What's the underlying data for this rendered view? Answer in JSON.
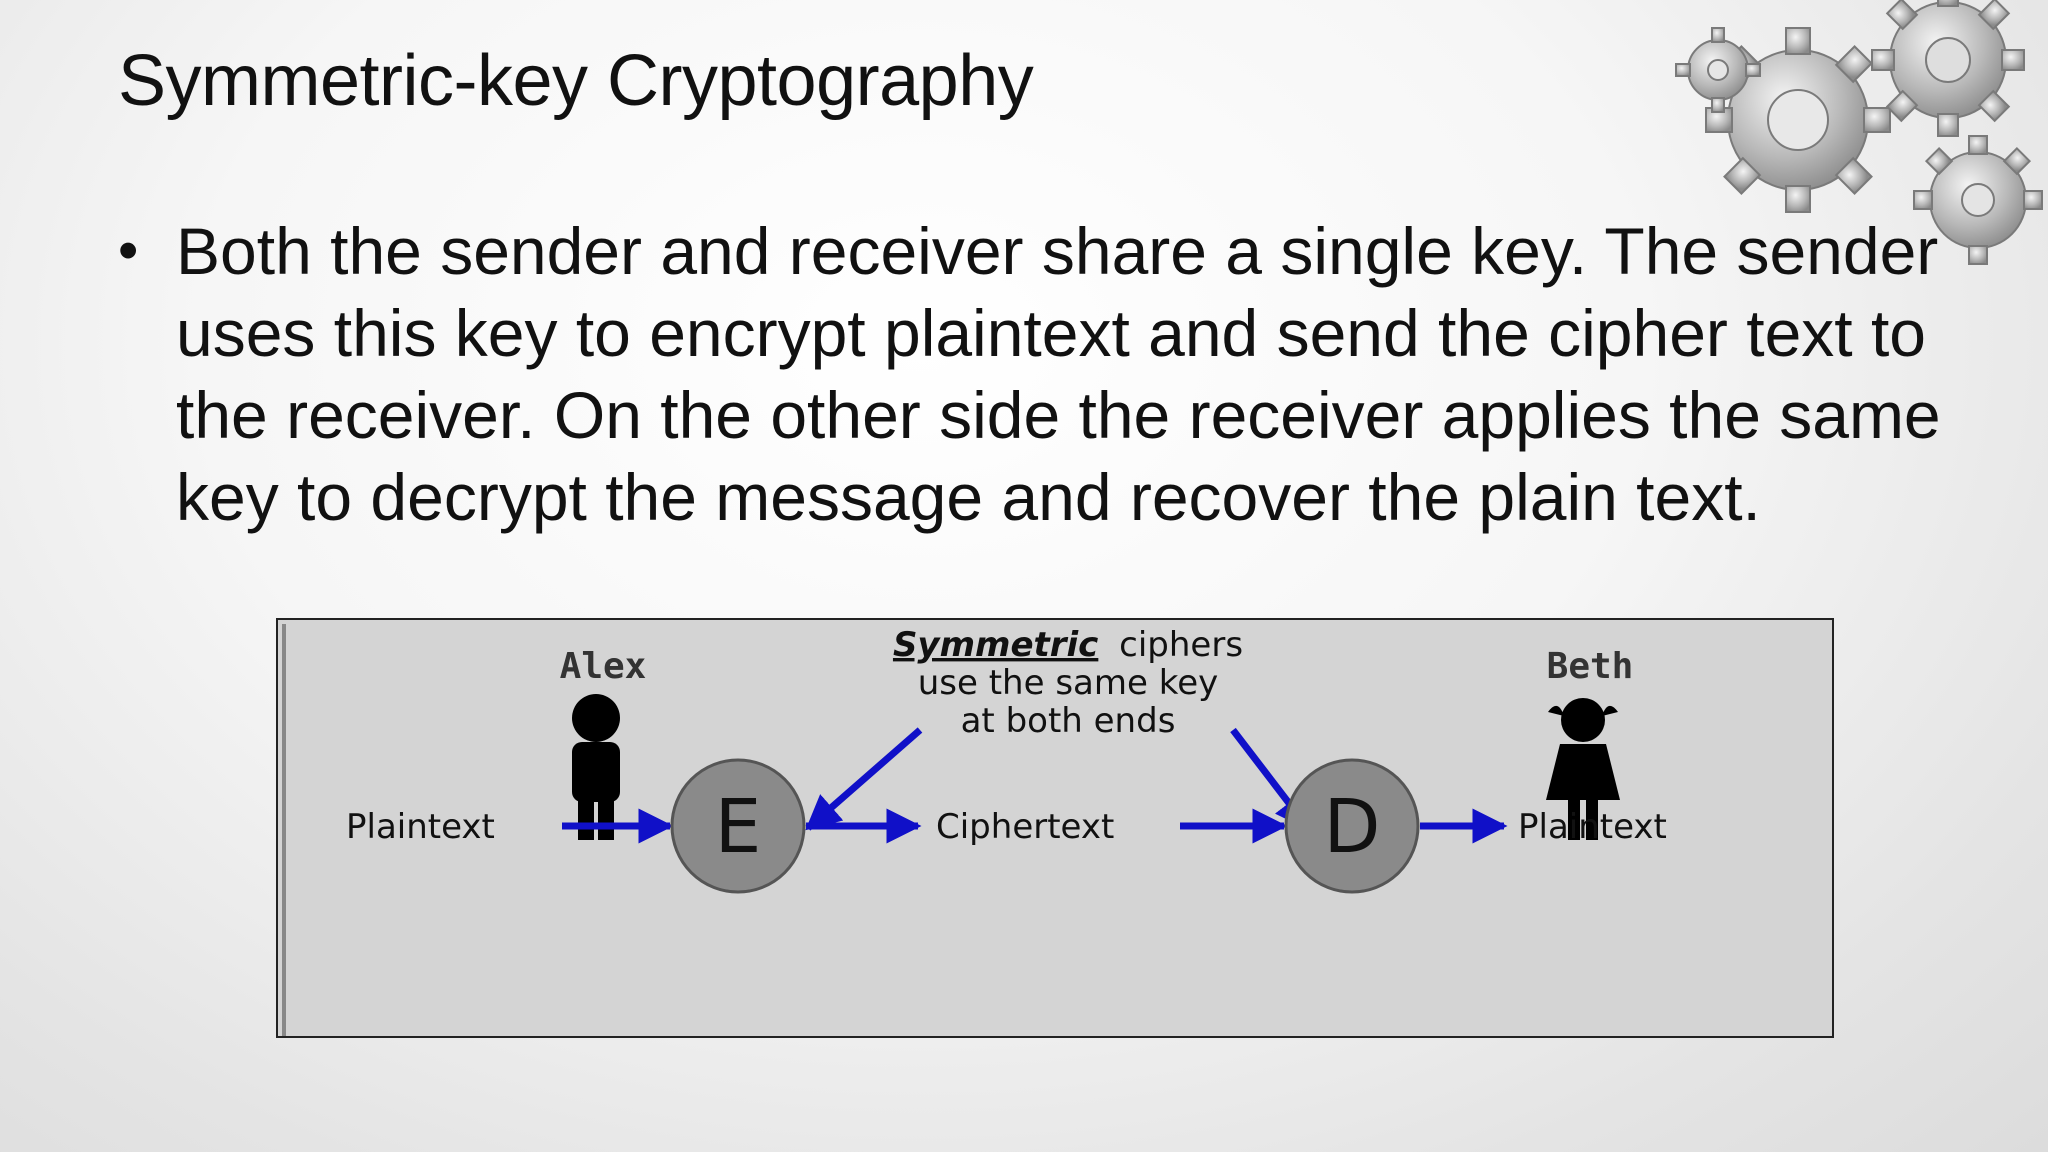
{
  "slide": {
    "title": "Symmetric-key Cryptography",
    "bullet_marker": "•",
    "bullet_text": "Both the sender and receiver share a single key. The sender uses this key to encrypt plaintext and send the cipher text to the receiver. On the other side the receiver applies the same key to decrypt the message and recover the plain text."
  },
  "diagram": {
    "sender_name": "Alex",
    "receiver_name": "Beth",
    "note_emphasis": "Symmetric",
    "note_line1_rest": "ciphers",
    "note_line2": "use the same key",
    "note_line3": "at both ends",
    "plaintext_in": "Plaintext",
    "encrypt_node": "E",
    "ciphertext": "Ciphertext",
    "decrypt_node": "D",
    "plaintext_out": "Plaintext",
    "arrow_color": "#1010c8",
    "node_fill": "#8a8a8a",
    "diagram_background": "#d4d4d4"
  },
  "colors": {
    "text": "#111111",
    "gear": "#9a9a9a"
  }
}
